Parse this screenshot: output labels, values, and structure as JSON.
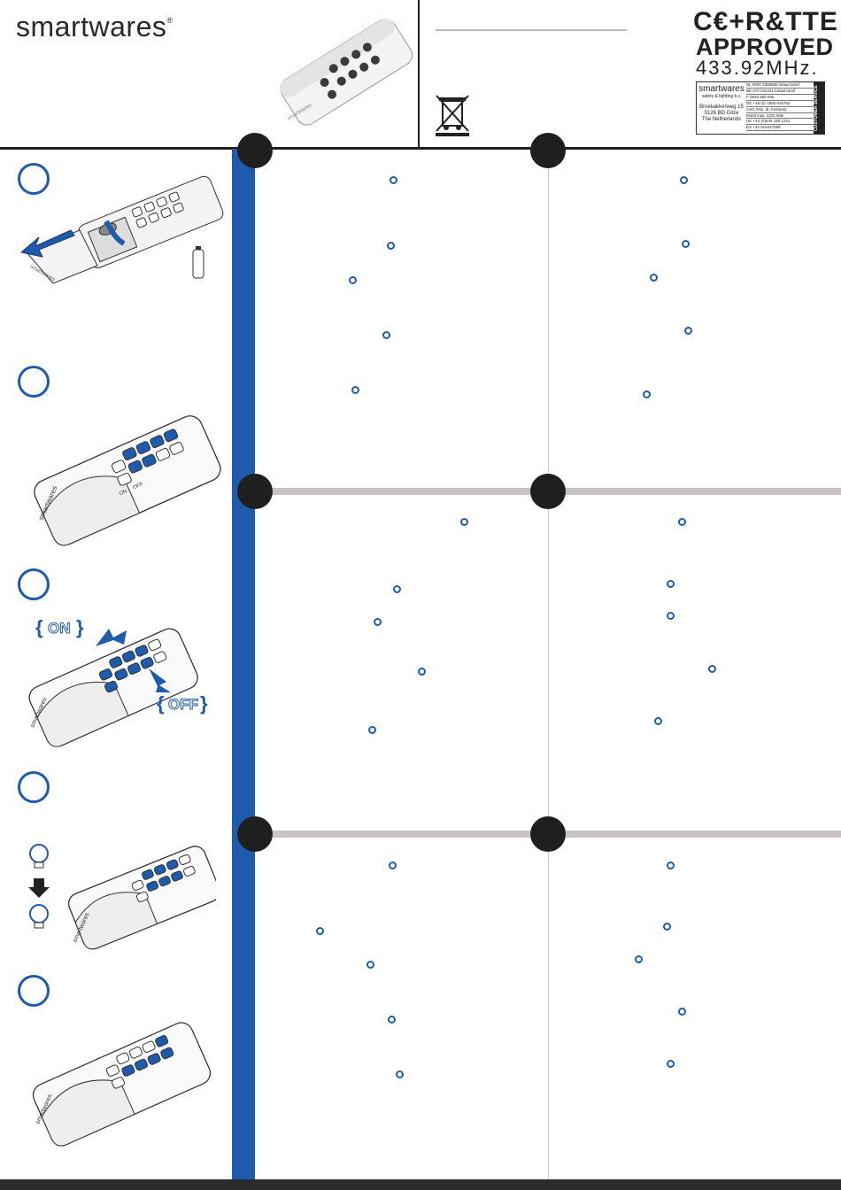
{
  "header": {
    "brand": "smartwares",
    "brand_mark": "®",
    "ce_rtte": "C€+R&TTE",
    "approved": "APPROVED",
    "frequency": "433.92MHz.",
    "customer_service": {
      "brand": "smartwares",
      "brand_sub": "safety & lighting b.v.",
      "address_1": "Broekakkerweg 15",
      "address_2": "5126 BD Gilze",
      "address_3": "The Netherlands",
      "side_label": "CUSTOMER SERVICE",
      "rows": [
        "NL 0900 2088888 lokaal tarief",
        "BE 070 233431 lokaal tarief",
        "F 0825 560 656",
        "DE +49 (0) 1805 916762",
        "14Ct./Min. dt. Festnetz,",
        "Mobil max. 42Ct./Min",
        "UK +44 (0)845 230 1231",
        "ES +34 916427589"
      ]
    }
  },
  "remote_labels": {
    "brand": "smartwares",
    "on": "ON",
    "off": "OFF"
  },
  "illustration_labels": {
    "on_burst": "ON",
    "off_burst": "OFF"
  },
  "colors": {
    "accent_blue": "#1e5baa",
    "dark": "#1f1f1f",
    "grey_separator": "#c9c4c4"
  }
}
